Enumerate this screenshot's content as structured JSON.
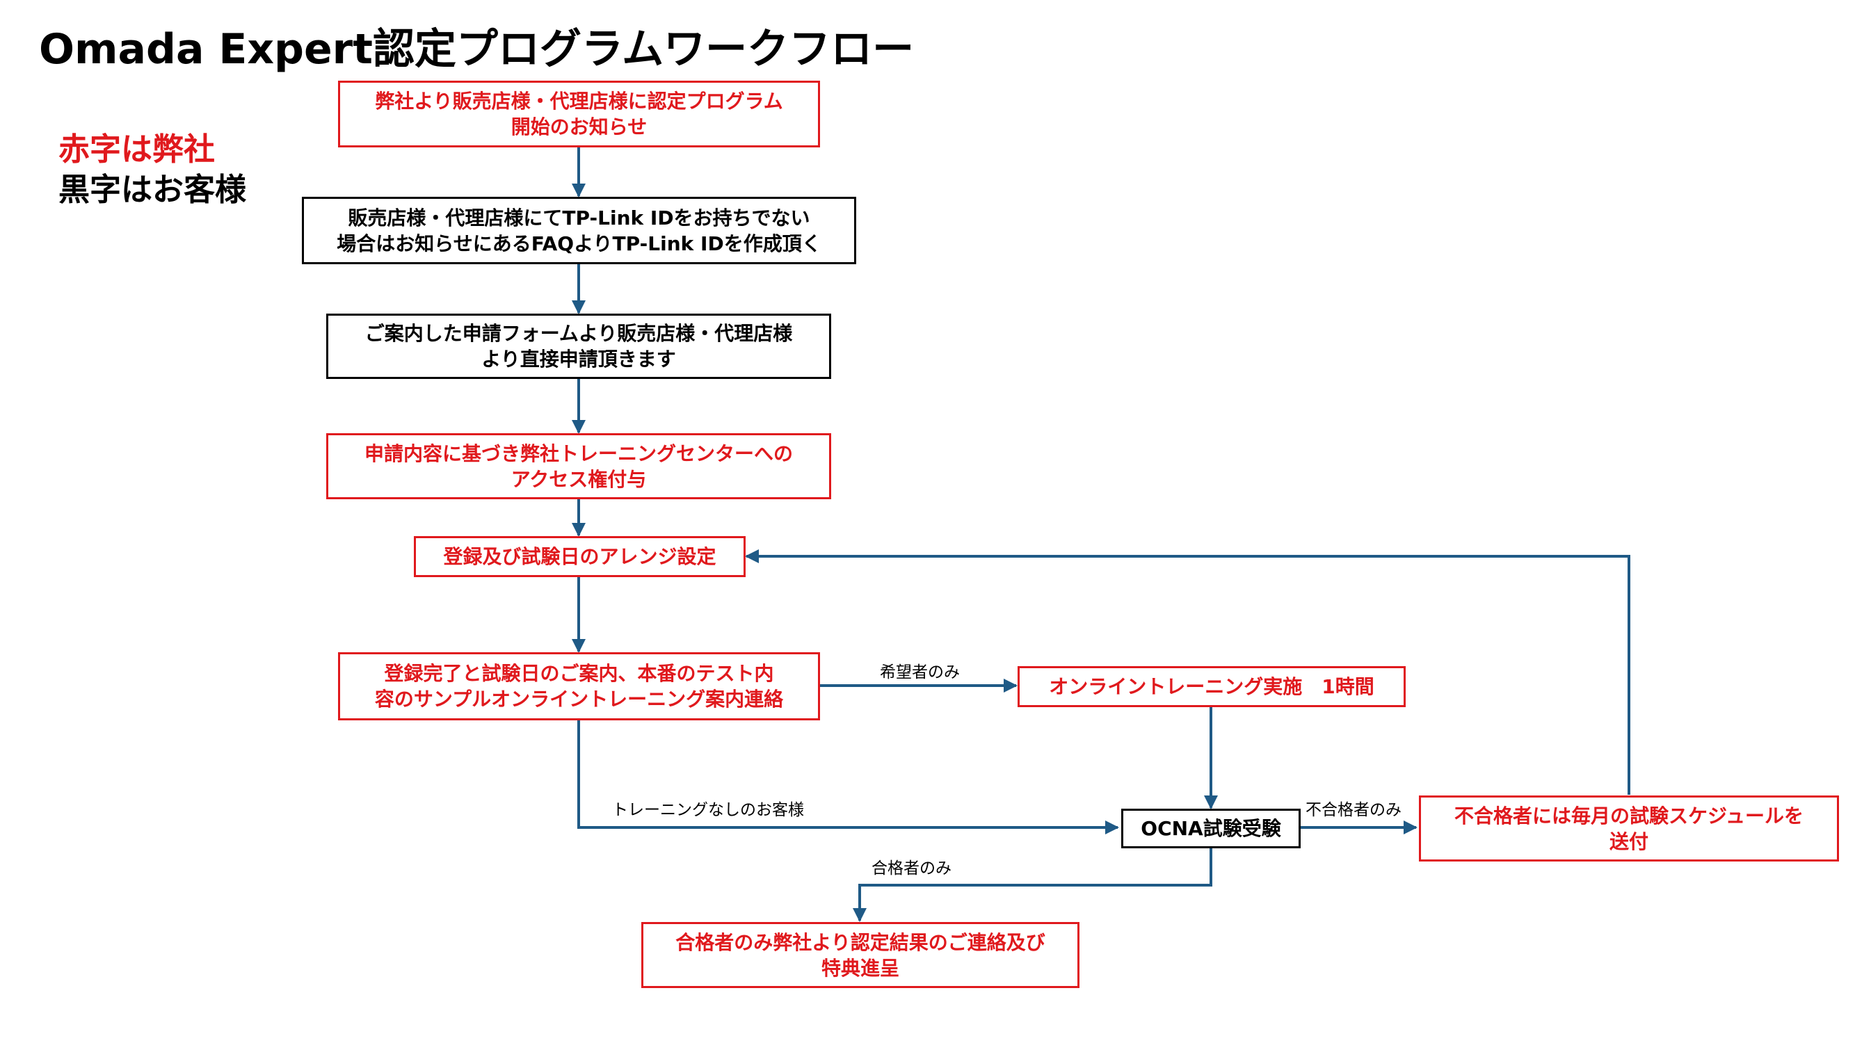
{
  "title": "Omada Expert認定プログラムワークフロー",
  "legend": {
    "red_text": "赤字は弊社",
    "black_text": "黒字はお客様"
  },
  "colors": {
    "company_red": "#e0191d",
    "customer_black": "#000000",
    "arrow": "#1f5a86"
  },
  "steps": {
    "announce": "弊社より販売店様・代理店様に認定プログラム\n開始のお知らせ",
    "tplink_id": "販売店様・代理店様にてTP-Link IDをお持ちでない\n場合はお知らせにあるFAQよりTP-Link IDを作成頂く",
    "apply": "ご案内した申請フォームより販売店様・代理店様\nより直接申請頂きます",
    "access": "申請内容に基づき弊社トレーニングセンターへの\nアクセス権付与",
    "register": "登録及び試験日のアレンジ設定",
    "notify": "登録完了と試験日のご案内、本番のテスト内\n容のサンプルオンライントレーニング案内連絡",
    "online_training": "オンライントレーニング実施　1時間",
    "exam": "OCNA試験受験",
    "fail_schedule": "不合格者には毎月の試験スケジュールを\n送付",
    "pass_result": "合格者のみ弊社より認定結果のご連絡及び\n特典進呈"
  },
  "edge_labels": {
    "wish_only": "希望者のみ",
    "no_training": "トレーニングなしのお客様",
    "fail_only": "不合格者のみ",
    "pass_only": "合格者のみ"
  }
}
